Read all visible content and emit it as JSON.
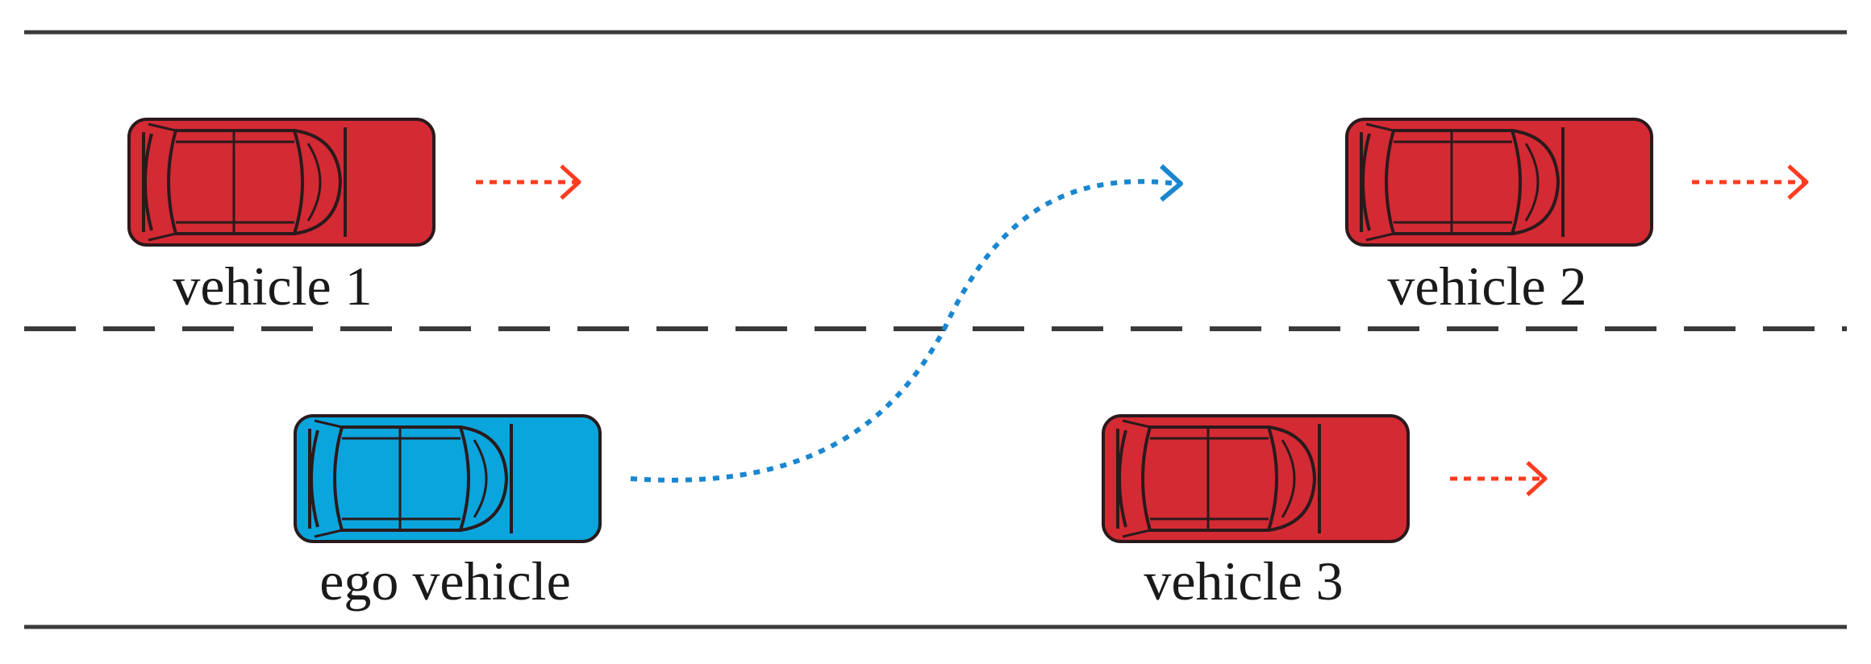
{
  "colors": {
    "road_line": "#3a3a3a",
    "other_vehicle": "#d42a34",
    "ego_vehicle": "#0aa5dc",
    "vehicle_outline": "#2a1a1c",
    "other_arrow": "#ff3b1f",
    "ego_path": "#1a86cf"
  },
  "vehicles": [
    {
      "id": "vehicle-1",
      "label": "vehicle 1",
      "kind": "other",
      "lane": "upper",
      "motion": "straight"
    },
    {
      "id": "vehicle-2",
      "label": "vehicle 2",
      "kind": "other",
      "lane": "upper",
      "motion": "straight"
    },
    {
      "id": "ego-vehicle",
      "label": "ego vehicle",
      "kind": "ego",
      "lane": "lower",
      "motion": "lane-change-left"
    },
    {
      "id": "vehicle-3",
      "label": "vehicle 3",
      "kind": "other",
      "lane": "lower",
      "motion": "straight"
    }
  ],
  "road": {
    "lanes": 2,
    "edge_line_style": "solid",
    "center_line_style": "dashed"
  },
  "icons": {
    "vehicle": "car-top-view-icon",
    "motion_arrow": "dotted-arrow-right-icon",
    "lane_change_path": "dotted-curve-arrow-icon"
  }
}
